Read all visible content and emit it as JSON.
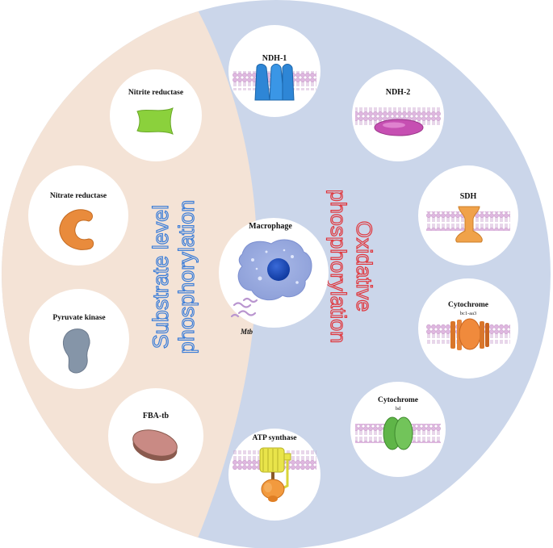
{
  "center": {
    "title": "Macrophage",
    "pathogen": "Mtb"
  },
  "substrate_side": {
    "label_line1": "Substrate level",
    "label_line2": "phosphorylation",
    "color": "#3b7dd8",
    "background": "#f4e3d6"
  },
  "oxidative_side": {
    "label_line1": "Oxidative",
    "label_line2": "phosphorylation",
    "color": "#e0363c",
    "background": "#cbd6ea"
  },
  "enzymes": {
    "nitrite_reductase": "Nitrite reductase",
    "nitrate_reductase": "Nitrate reductase",
    "pyruvate_kinase": "Pyruvate kinase",
    "fba_tb": "FBA-tb",
    "ndh1": "NDH-1",
    "ndh2": "NDH-2",
    "sdh": "SDH",
    "cyt_bc1_title": "Cytochrome",
    "cyt_bc1_sub": "bc1-aa3",
    "cyt_bd_title": "Cytochrome",
    "cyt_bd_sub": "bd",
    "atp_synthase": "ATP synthase"
  },
  "icons": {
    "nitrite_reductase": "green-protein-icon",
    "nitrate_reductase": "orange-crescent-protein-icon",
    "pyruvate_kinase": "grey-protein-icon",
    "fba_tb": "brown-disc-protein-icon",
    "ndh1": "blue-membrane-complex-icon",
    "ndh2": "purple-membrane-protein-icon",
    "sdh": "orange-membrane-protein-icon",
    "cyt_bc1": "orange-membrane-complex-icon",
    "cyt_bd": "green-membrane-complex-icon",
    "atp_synthase": "atp-synthase-icon",
    "macrophage": "macrophage-cell-icon",
    "mtb": "bacteria-icon"
  }
}
